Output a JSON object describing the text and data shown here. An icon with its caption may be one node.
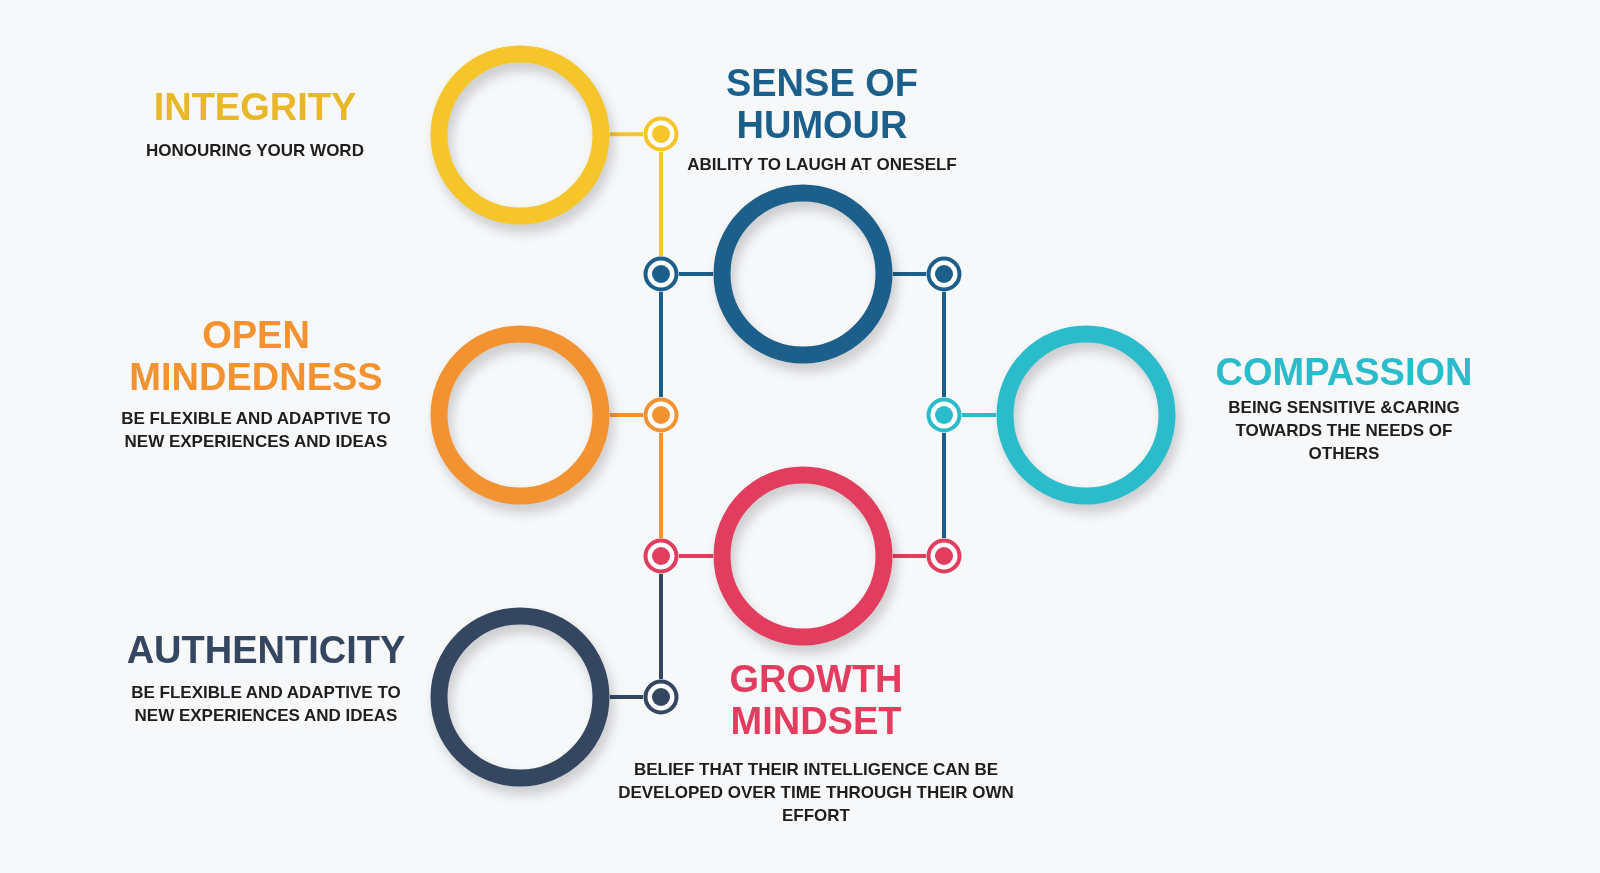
{
  "diagram": {
    "nodes": [
      {
        "text": [],
        "shape": "circle",
        "beside": [
          "INTEGRITY",
          "HONOURING YOUR WORD"
        ]
      },
      {
        "text": [],
        "shape": "circle"
      },
      {
        "text": [],
        "shape": "circle",
        "beside": [
          "SENSE OF HUMOUR",
          "ABILITY TO LAUGH AT ONESELF"
        ]
      },
      {
        "text": [],
        "shape": "circle"
      },
      {
        "text": [],
        "shape": "circle"
      },
      {
        "text": [],
        "shape": "circle",
        "beside": [
          "OPEN MINDEDNESS",
          "BE FLEXIBLE AND ADAPTIVE TO NEW EXPERIENCES AND IDEAS"
        ]
      },
      {
        "text": [],
        "shape": "circle"
      },
      {
        "text": [],
        "shape": "circle",
        "beside": [
          "COMPASSION",
          "BEING SENSITIVE &CARING TOWARDS THE NEEDS OF OTHERS"
        ]
      },
      {
        "text": [],
        "shape": "circle"
      },
      {
        "text": [],
        "shape": "circle",
        "beside": [
          "GROWTH MINDSET",
          "BELIEF THAT THEIR INTELLIGENCE CAN BE DEVELOPED OVER TIME THROUGH THEIR OWN EFFORT"
        ]
      },
      {
        "text": [],
        "shape": "circle"
      },
      {
        "text": [],
        "shape": "circle"
      },
      {
        "text": [],
        "shape": "circle",
        "beside": [
          "AUTHENTICITY",
          "BE FLEXIBLE AND ADAPTIVE TO NEW EXPERIENCES AND IDEAS"
        ]
      },
      {
        "text": [],
        "shape": "circle"
      }
    ],
    "edges": [
      {
        "from": 0,
        "to": 1,
        "arrow": "none",
        "color": "#f5c52a"
      },
      {
        "from": 1,
        "to": 3,
        "arrow": "none",
        "color": "#f5c52a"
      },
      {
        "from": 3,
        "to": 2,
        "arrow": "none",
        "color": "#1c5f8a"
      },
      {
        "from": 2,
        "to": 4,
        "arrow": "none",
        "color": "#1c5f8a"
      },
      {
        "from": 4,
        "to": 8,
        "arrow": "none",
        "color": "#1c5f8a"
      },
      {
        "from": 8,
        "to": 7,
        "arrow": "none",
        "color": "#2bbccb"
      },
      {
        "from": 3,
        "to": 6,
        "arrow": "none",
        "color": "#1c5f8a"
      },
      {
        "from": 5,
        "to": 6,
        "arrow": "none",
        "color": "#f39231"
      },
      {
        "from": 6,
        "to": 10,
        "arrow": "none",
        "color": "#f39231"
      },
      {
        "from": 10,
        "to": 9,
        "arrow": "none",
        "color": "#e23d5e"
      },
      {
        "from": 9,
        "to": 11,
        "arrow": "none",
        "color": "#e23d5e"
      },
      {
        "from": 11,
        "to": 8,
        "arrow": "none",
        "color": "#1c5f8a"
      },
      {
        "from": 10,
        "to": 13,
        "arrow": "none",
        "color": "#344660"
      },
      {
        "from": 13,
        "to": 12,
        "arrow": "none",
        "color": "#344660"
      }
    ]
  }
}
